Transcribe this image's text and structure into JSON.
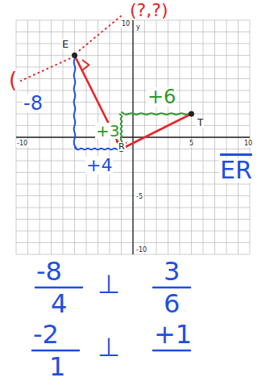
{
  "diagram": {
    "labels": [
      "(?,?)",
      "(",
      "y",
      "10",
      "-10",
      "5",
      "10",
      "-5",
      "-10",
      "E",
      "R",
      "T",
      "-8",
      "+3",
      "+4",
      "+6",
      "ER",
      "-8",
      "4",
      "⊥",
      "3",
      "6",
      "-2",
      "1",
      "⊥",
      "+1"
    ]
  }
}
